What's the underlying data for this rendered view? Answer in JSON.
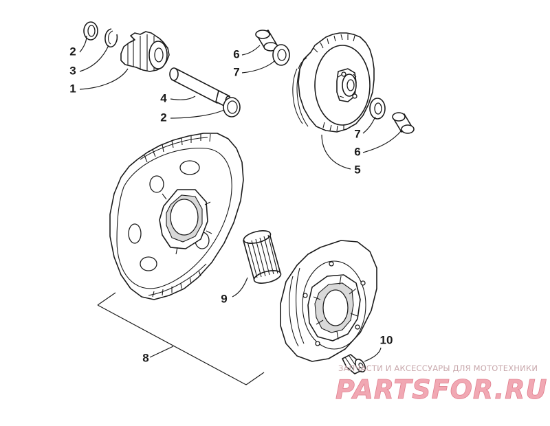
{
  "callouts": [
    {
      "id": "c2a",
      "label": "2"
    },
    {
      "id": "c3",
      "label": "3"
    },
    {
      "id": "c1",
      "label": "1"
    },
    {
      "id": "c4",
      "label": "4"
    },
    {
      "id": "c2b",
      "label": "2"
    },
    {
      "id": "c6a",
      "label": "6"
    },
    {
      "id": "c7a",
      "label": "7"
    },
    {
      "id": "c7b",
      "label": "7"
    },
    {
      "id": "c6b",
      "label": "6"
    },
    {
      "id": "c5",
      "label": "5"
    },
    {
      "id": "c9",
      "label": "9"
    },
    {
      "id": "c8",
      "label": "8"
    },
    {
      "id": "c10",
      "label": "10"
    }
  ],
  "watermark": {
    "tagline": "ЗАПЧАСТИ И АКСЕССУАРЫ ДЛЯ МОТОТЕХНИКИ",
    "logo": "PARTSFOR.RU"
  }
}
